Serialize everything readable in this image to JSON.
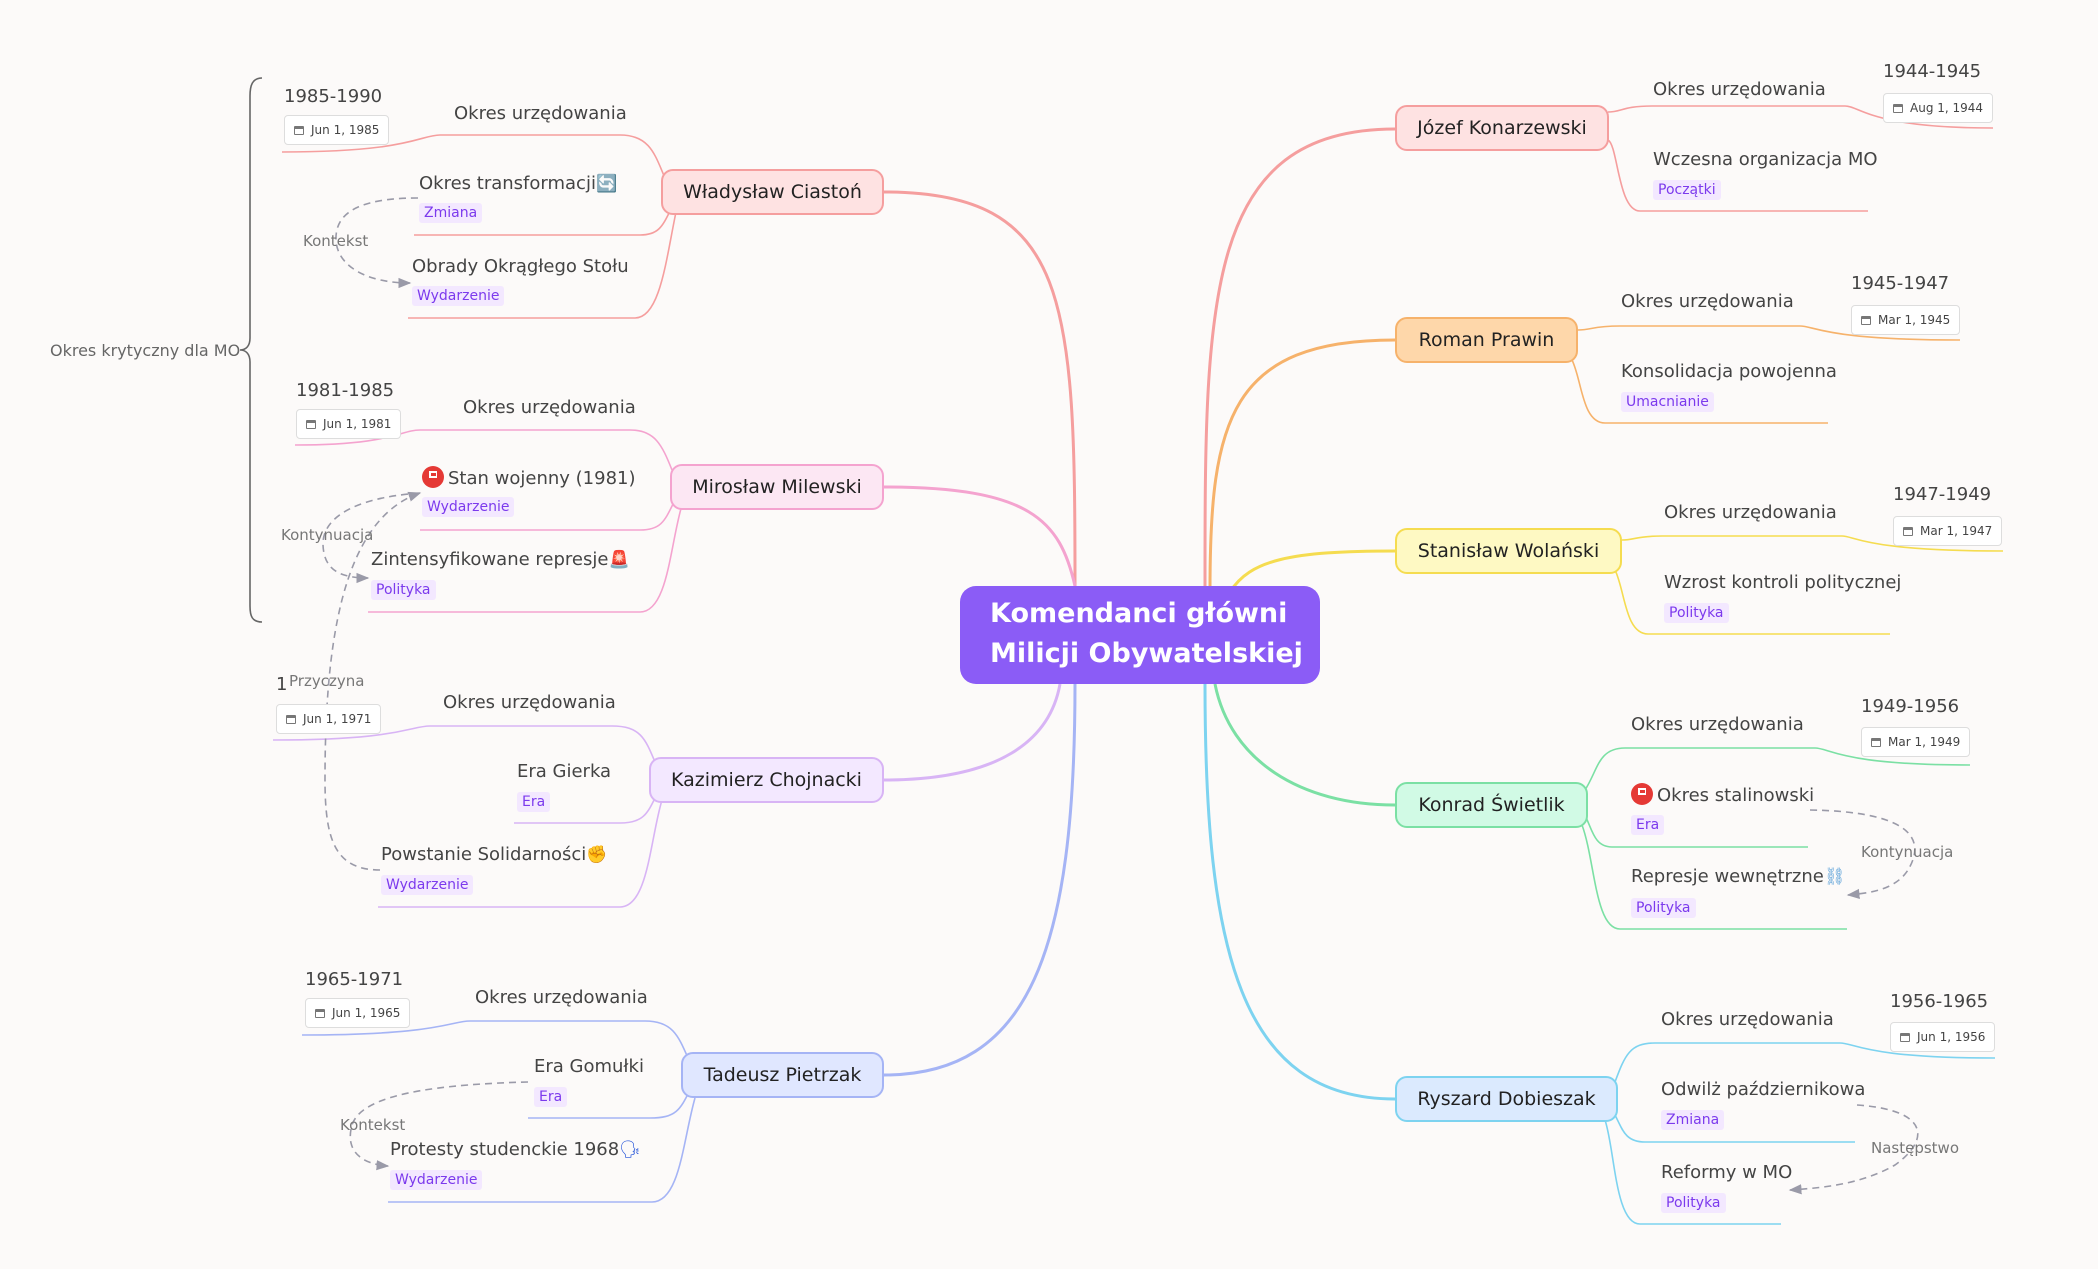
{
  "root": {
    "line1": "Komendanci główni",
    "line2": "Milicji Obywatelskiej"
  },
  "branches": [
    {
      "name": "Józef Konarzewski",
      "color": "#f59e9e",
      "fill": "#fee2e2",
      "period_label": "Okres urzędowania",
      "years": "1944-1945",
      "date": "Aug 1, 1944",
      "item": "Wczesna organizacja MO",
      "item_tag": "Początki"
    },
    {
      "name": "Roman Prawin",
      "color": "#f6b26b",
      "fill": "#fed7aa",
      "period_label": "Okres urzędowania",
      "years": "1945-1947",
      "date": "Mar 1, 1945",
      "item": "Konsolidacja powojenna",
      "item_tag": "Umacnianie"
    },
    {
      "name": "Stanisław Wolański",
      "color": "#f5dc50",
      "fill": "#fef9c3",
      "period_label": "Okres urzędowania",
      "years": "1947-1949",
      "date": "Mar 1, 1947",
      "item": "Wzrost kontroli politycznej",
      "item_tag": "Polityka"
    },
    {
      "name": "Konrad Świetlik",
      "color": "#7be0a4",
      "fill": "#d1fae5",
      "period_label": "Okres urzędowania",
      "years": "1949-1956",
      "date": "Mar 1, 1949",
      "item": "Okres stalinowski",
      "item_tag": "Era",
      "item2": "Represje wewnętrzne",
      "item2_tag": "Polityka",
      "rel": "Kontynuacja"
    },
    {
      "name": "Ryszard Dobieszak",
      "color": "#7dd3f0",
      "fill": "#dbeafe",
      "period_label": "Okres urzędowania",
      "years": "1956-1965",
      "date": "Jun 1, 1956",
      "item": "Odwilż październikowa",
      "item_tag": "Zmiana",
      "item2": "Reformy w MO",
      "item2_tag": "Polityka",
      "rel": "Następstwo"
    },
    {
      "name": "Władysław Ciastoń",
      "color": "#f59e9e",
      "fill": "#fee2e2",
      "period_label": "Okres urzędowania",
      "years": "1985-1990",
      "date": "Jun 1, 1985",
      "item": "Okres transformacji",
      "item_tag": "Zmiana",
      "item2": "Obrady Okrągłego Stołu",
      "item2_tag": "Wydarzenie",
      "rel": "Kontekst"
    },
    {
      "name": "Mirosław Milewski",
      "color": "#f4a3cf",
      "fill": "#fce7f3",
      "period_label": "Okres urzędowania",
      "years": "1981-1985",
      "date": "Jun 1, 1981",
      "item": "Stan wojenny (1981)",
      "item_tag": "Wydarzenie",
      "item2": "Zintensyfikowane represje",
      "item2_tag": "Polityka",
      "rel": "Kontynuacja"
    },
    {
      "name": "Kazimierz Chojnacki",
      "color": "#d8b4f5",
      "fill": "#f3e8ff",
      "period_label": "Okres urzędowania",
      "years": "1",
      "date": "Jun 1, 1971",
      "item": "Era Gierka",
      "item_tag": "Era",
      "item2": "Powstanie Solidarności",
      "item2_tag": "Wydarzenie",
      "rel": "Przyczyna"
    },
    {
      "name": "Tadeusz Pietrzak",
      "color": "#a5b4f5",
      "fill": "#e0e7ff",
      "period_label": "Okres urzędowania",
      "years": "1965-1971",
      "date": "Jun 1, 1965",
      "item": "Era Gomułki",
      "item_tag": "Era",
      "item2": "Protesty studenckie 1968",
      "item2_tag": "Wydarzenie",
      "rel": "Kontekst"
    }
  ],
  "bracket_label": "Okres krytyczny dla MO",
  "colors": {
    "root": "#8b5cf6",
    "tag_text": "#7c3aed",
    "tag_bg": "#f3e8ff",
    "relation": "#9a9aa8"
  },
  "icons": [
    "calendar-icon",
    "flag-icon",
    "refresh-icon",
    "siren-icon",
    "fist-icon",
    "speaking-head-icon",
    "chain-icon"
  ]
}
